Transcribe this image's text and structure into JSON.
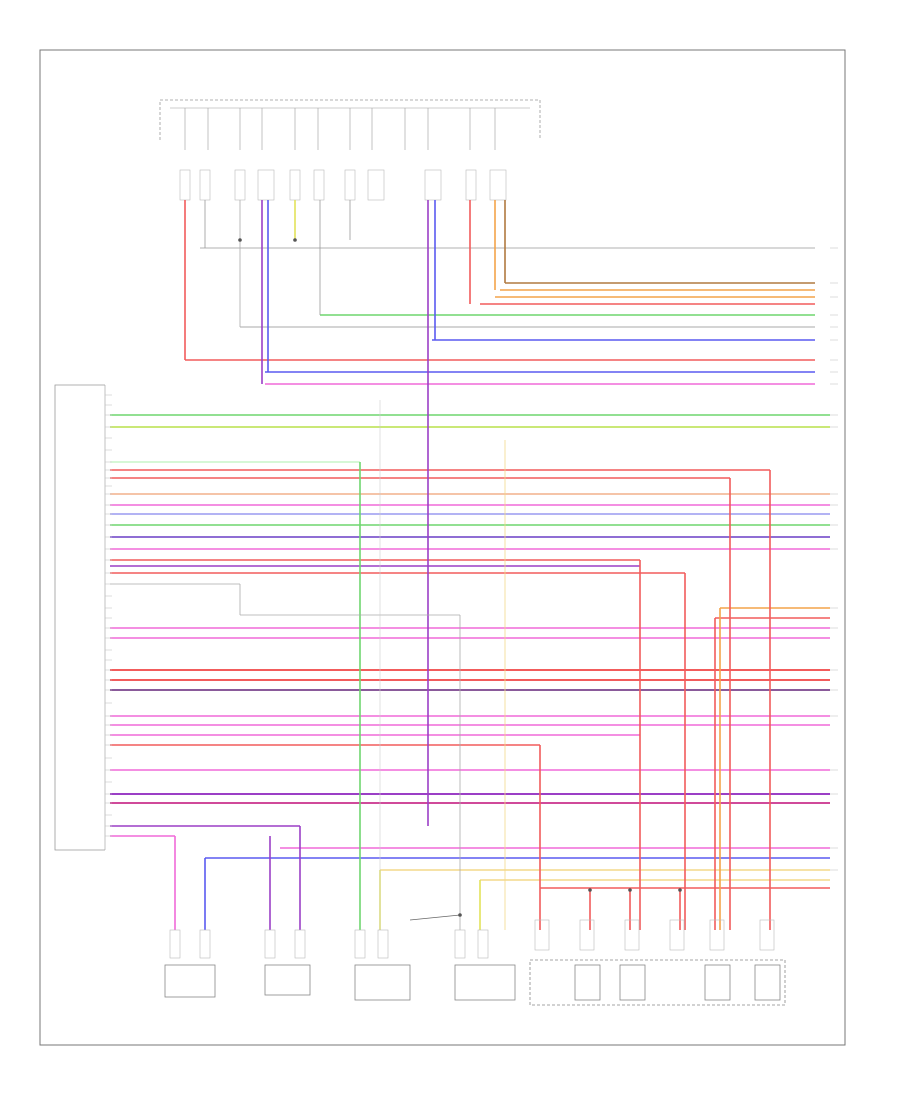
{
  "colors": {
    "red": "#f25c5c",
    "pink": "#f06ad8",
    "violet": "#9b3fc6",
    "blue": "#5a5af0",
    "green": "#6fd66f",
    "yellow": "#e3e35a",
    "orange": "#f3a34a",
    "brown": "#b07a40",
    "gray": "#8a8a8a",
    "black": "#333333"
  },
  "icons": [
    "ground-symbol",
    "connector-symbol",
    "splice-dot"
  ]
}
